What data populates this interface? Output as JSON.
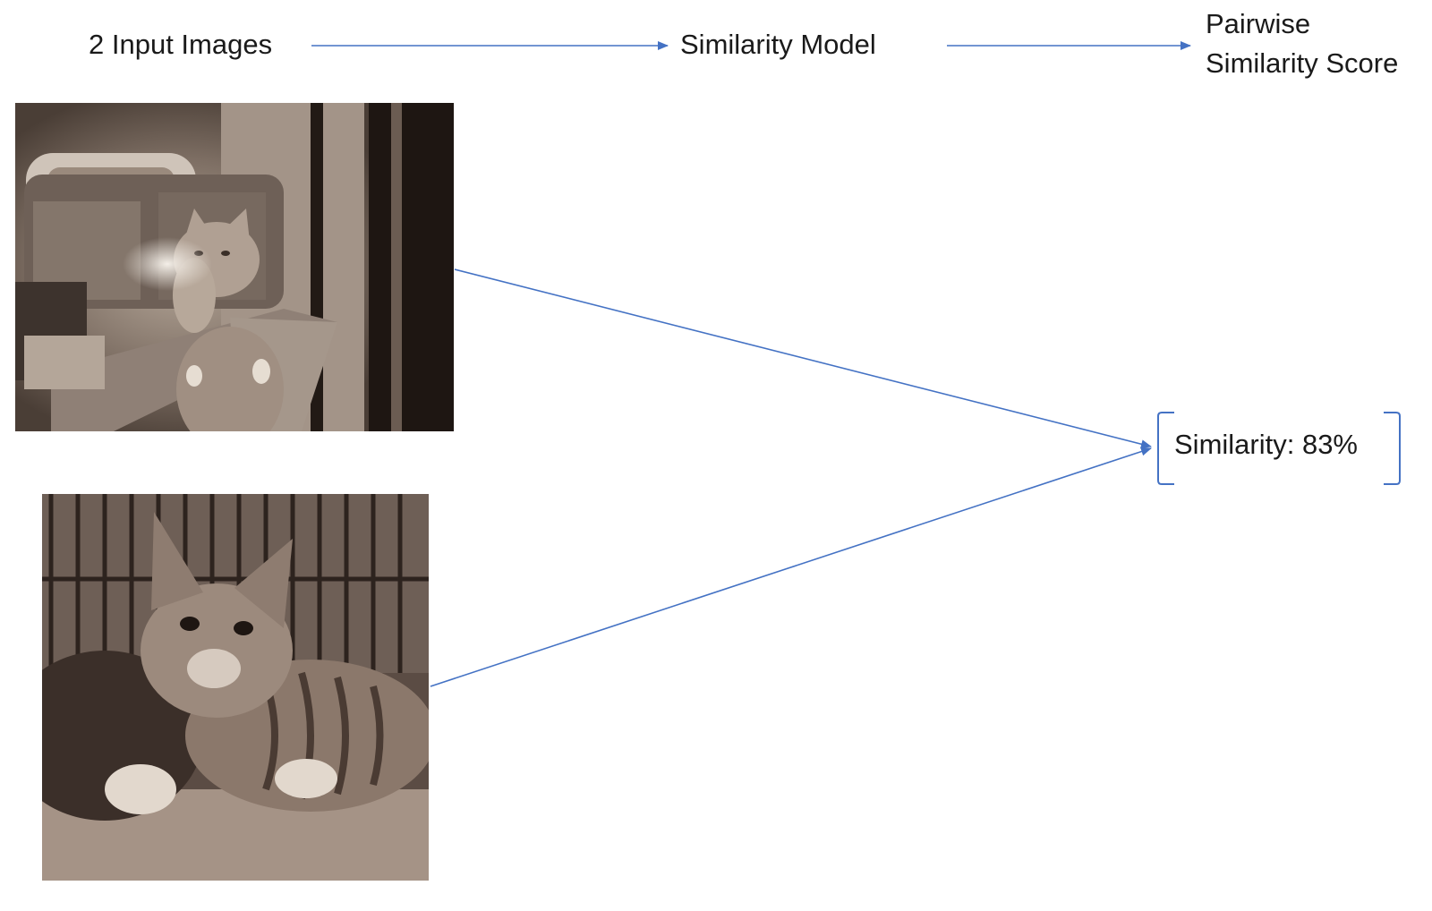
{
  "pipeline": {
    "input_label": "2 Input Images",
    "model_label": "Similarity Model",
    "output_label_line1": "Pairwise",
    "output_label_line2": "Similarity Score"
  },
  "images": [
    {
      "subject": "kitten standing on a chair, sepia photo"
    },
    {
      "subject": "kitten lying down in front of a fence, sepia photo"
    }
  ],
  "result": {
    "label": "Similarity: 83%",
    "score_percent": 83
  },
  "colors": {
    "arrow": "#4472c4",
    "bracket": "#4472c4",
    "text": "#1a1a1a"
  }
}
